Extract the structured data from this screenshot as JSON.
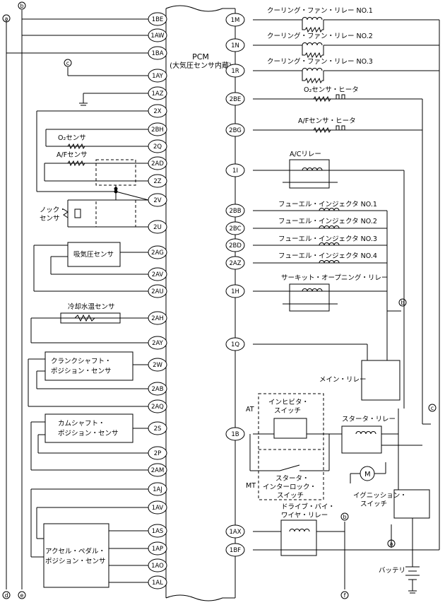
{
  "pcm": {
    "title": "PCM",
    "subtitle": "(大気圧センサ内蔵)"
  },
  "pins_left": [
    "1BE",
    "1AW",
    "1BA",
    "1AY",
    "1AZ",
    "2X",
    "2BH",
    "2Q",
    "2AD",
    "2Z",
    "2V",
    "2U",
    "2AG",
    "2AV",
    "2AU",
    "2AH",
    "2AY",
    "2W",
    "2AB",
    "2AQ",
    "2S",
    "2P",
    "2AM",
    "1AJ",
    "1AV",
    "1AS",
    "1AP",
    "1AO",
    "1AL"
  ],
  "pins_right": [
    "1M",
    "1N",
    "1R",
    "2BE",
    "2BG",
    "1I",
    "2BB",
    "2BC",
    "2BD",
    "2AZ",
    "1H",
    "1Q",
    "1B",
    "1AX",
    "1BF"
  ],
  "components": {
    "cooling_fan_relay_1": "クーリング・ファン・リレー NO.1",
    "cooling_fan_relay_2": "クーリング・ファン・リレー NO.2",
    "cooling_fan_relay_3": "クーリング・ファン・リレー NO.3",
    "o2_sensor_heater": "O₂センサ・ヒータ",
    "af_sensor_heater": "A/Fセンサ・ヒータ",
    "ac_relay": "A/Cリレー",
    "fuel_injector_1": "フューエル・インジェクタ NO.1",
    "fuel_injector_2": "フューエル・インジェクタ NO.2",
    "fuel_injector_3": "フューエル・インジェクタ NO.3",
    "fuel_injector_4": "フューエル・インジェクタ NO.4",
    "circuit_opening_relay": "サーキット・オープニング・リレー",
    "main_relay": "メイン・リレー",
    "inhibitor_switch_1": "インヒビタ・",
    "inhibitor_switch_2": "スイッチ",
    "starter_relay": "スタータ・リレー",
    "starter_interlock_1": "スタータ・",
    "starter_interlock_2": "インターロック・",
    "starter_interlock_3": "スイッチ",
    "ignition_switch_1": "イグニッション・",
    "ignition_switch_2": "スイッチ",
    "dbw_relay_1": "ドライブ・バイ・",
    "dbw_relay_2": "ワイヤ・リレー",
    "battery": "バッテリ",
    "o2_sensor": "O₂センサ",
    "af_sensor": "A/Fセンサ",
    "knock_sensor_1": "ノック・",
    "knock_sensor_2": "センサ",
    "map_sensor": "吸気圧センサ",
    "ect_sensor": "冷却水温センサ",
    "ckp_sensor_1": "クランクシャフト・",
    "ckp_sensor_2": "ポジション・センサ",
    "cmp_sensor_1": "カムシャフト・",
    "cmp_sensor_2": "ポジション・センサ",
    "app_sensor_1": "アクセル・ペダル・",
    "app_sensor_2": "ポジション・センサ",
    "at_label": "AT",
    "mt_label": "MT",
    "motor_symbol": "M"
  },
  "connectors": [
    "a",
    "b",
    "c",
    "d",
    "e",
    "f"
  ]
}
